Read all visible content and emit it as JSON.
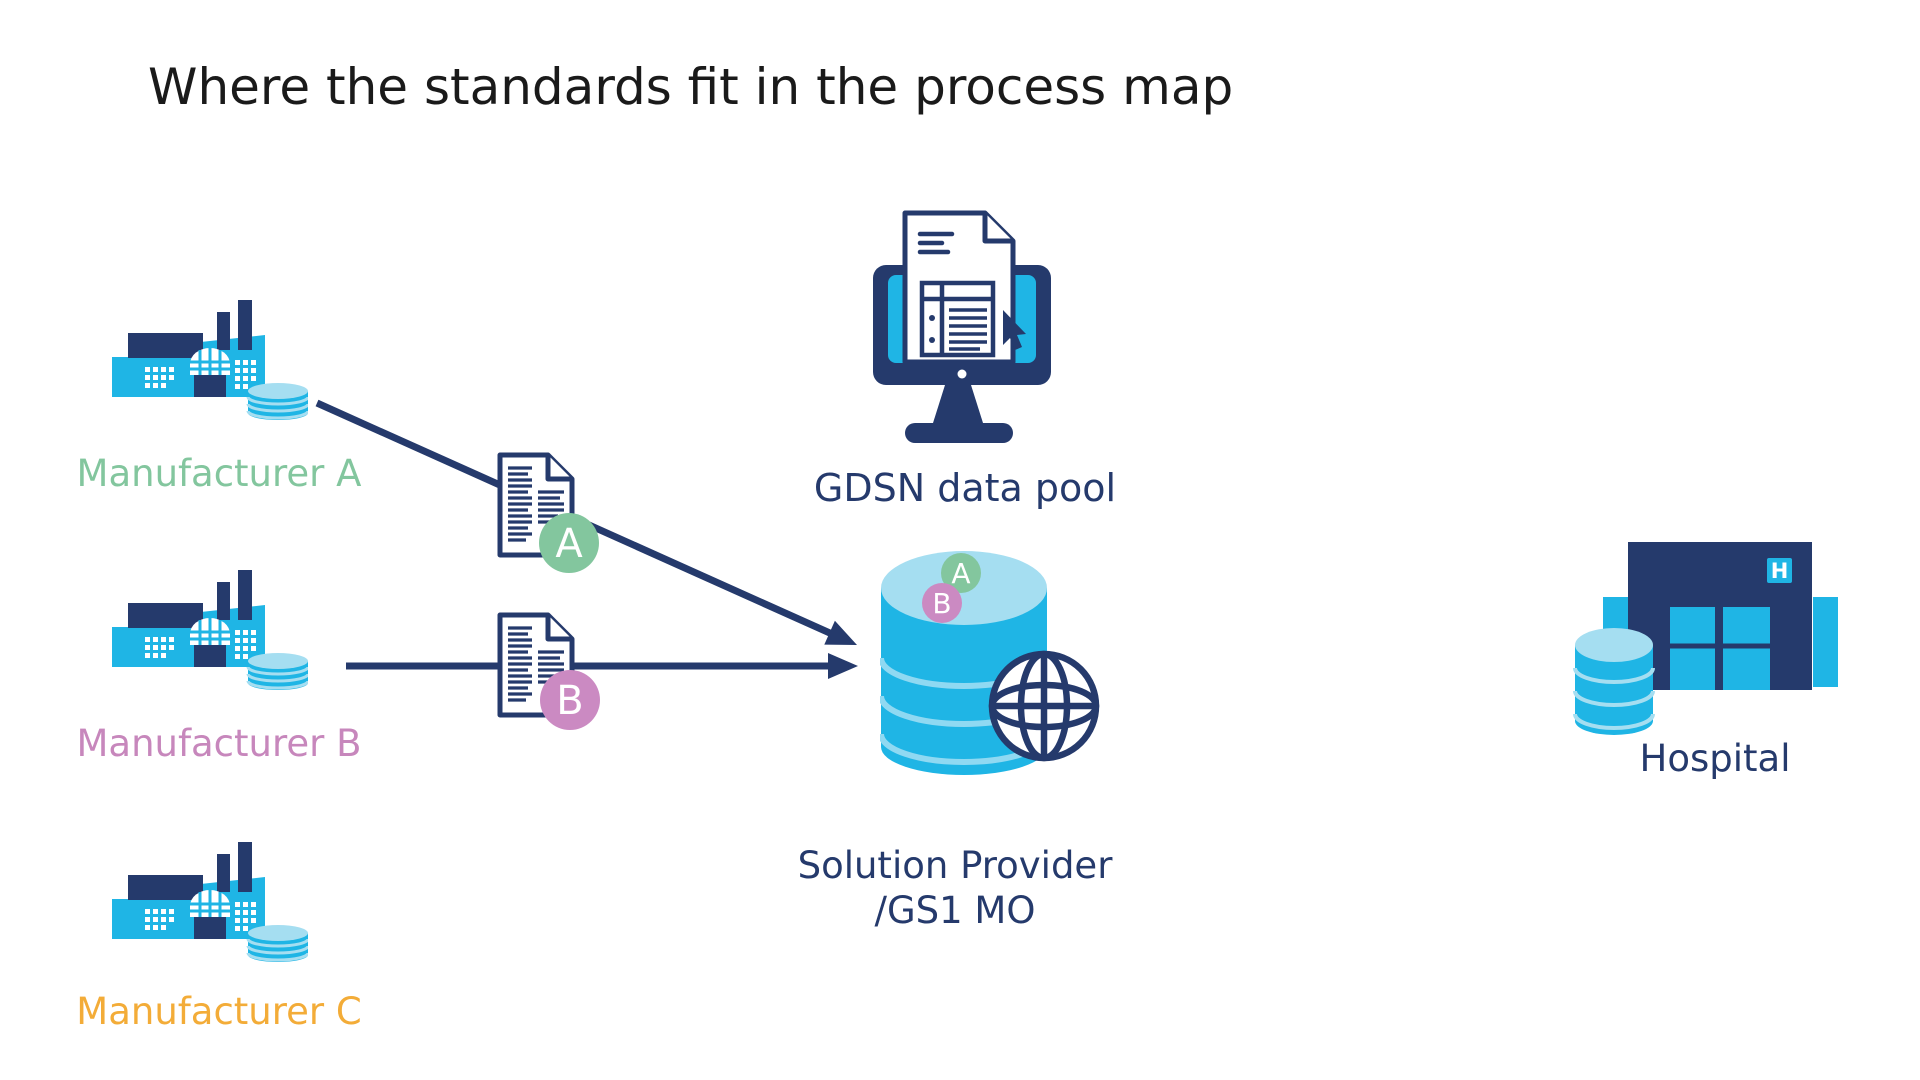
{
  "title": "Where the standards fit in the process map",
  "manufacturers": [
    {
      "label": "Manufacturer A",
      "label_color": "#83C69E"
    },
    {
      "label": "Manufacturer B",
      "label_color": "#C787BC"
    },
    {
      "label": "Manufacturer C",
      "label_color": "#F3AC38"
    }
  ],
  "documents": [
    {
      "badge": "A",
      "badge_color": "#83C69E"
    },
    {
      "badge": "B",
      "badge_color": "#CB8AC2"
    }
  ],
  "gdsn": {
    "label": "GDSN data pool"
  },
  "solution_provider": {
    "label_line1": "Solution Provider",
    "label_line2": "/GS1 MO",
    "badges": [
      {
        "text": "A",
        "color": "#83C69E"
      },
      {
        "text": "B",
        "color": "#CB8AC2"
      }
    ]
  },
  "hospital": {
    "label": "Hospital",
    "sign_letter": "H"
  },
  "colors": {
    "navy": "#253A6C",
    "cyan": "#1FB5E5",
    "cyan_light": "#A5DEF1",
    "green": "#83C69E",
    "pink": "#CB8AC2",
    "amber": "#F3AC38",
    "title_text": "#1A1A1A"
  },
  "icons": {
    "factory": "factory-icon",
    "database": "database-cylinder-icon",
    "document": "document-icon",
    "monitor": "monitor-icon",
    "cursor": "cursor-icon",
    "globe": "globe-icon",
    "hospital": "hospital-building-icon"
  }
}
